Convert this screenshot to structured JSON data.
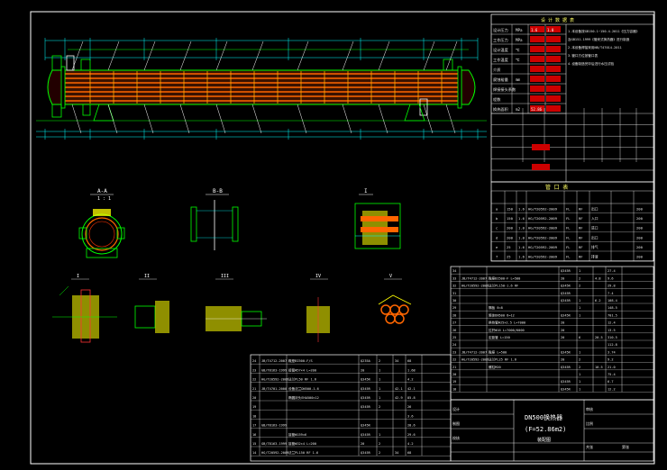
{
  "drawing": {
    "frame_color": "#ffffff",
    "shell_color": "#00ff00",
    "tube_color": "#ff6600",
    "section_color": "#ffff00",
    "dimension_color": "#00ffff",
    "note_color": "#ff0000"
  },
  "section_labels": {
    "a": "A-A",
    "a_scale": "1 : 1",
    "b": "B-B",
    "i": "I",
    "ii": "II",
    "small": [
      "I",
      "II",
      "III",
      "IV",
      "V"
    ]
  },
  "title_block": {
    "name_line1": "DN500换热器",
    "name_line2": "(F=52.86m2)",
    "sub": "装配图"
  },
  "nozzle_table": {
    "header": "管 口 表",
    "rows": [
      [
        "a",
        "150",
        "1.6",
        "HG/T20592-2009",
        "FL",
        "RF",
        "出口",
        "200"
      ],
      [
        "b",
        "150",
        "1.6",
        "HG/T20592-2009",
        "FL",
        "RF",
        "入口",
        "200"
      ],
      [
        "c",
        "200",
        "1.0",
        "HG/T20592-2009",
        "FL",
        "RF",
        "进口",
        "200"
      ],
      [
        "d",
        "200",
        "1.0",
        "HG/T20592-2009",
        "FL",
        "RF",
        "出口",
        "200"
      ],
      [
        "e",
        "25",
        "1.6",
        "HG/T20592-2009",
        "FL",
        "RF",
        "排气",
        "200"
      ],
      [
        "f",
        "25",
        "1.6",
        "HG/T20592-2009",
        "FL",
        "RF",
        "排液",
        "200"
      ]
    ]
  },
  "bom_upper": [
    [
      "34",
      "",
      "",
      "Q345R",
      "1",
      "",
      "27.4"
    ],
    [
      "33",
      "JB/T4712-2007",
      "鞍座BI500-F L=500",
      "20",
      "2",
      "4.8",
      "9.6"
    ],
    [
      "32",
      "HG/T20592-2009",
      "法兰PL150-1.6 RF",
      "Q345R",
      "2",
      "",
      "29.8"
    ],
    [
      "31",
      "",
      "",
      "Q345R",
      "",
      "",
      "7.4"
    ],
    [
      "30",
      "",
      "",
      "Q345R",
      "1",
      "6.2",
      "108.4"
    ],
    [
      "29",
      "",
      "隔板 δ=8",
      "",
      "1",
      "",
      "148.5"
    ],
    [
      "28",
      "",
      "筒体DN500 δ=12",
      "Q345R",
      "1",
      "",
      "701.5"
    ],
    [
      "27",
      "",
      "换热管Φ25×2.5 L=7000",
      "20",
      "",
      "",
      "12.4"
    ],
    [
      "26",
      "",
      "拉杆Φ16 L=7000/6000",
      "20",
      "",
      "",
      "13.5"
    ],
    [
      "25",
      "",
      "定距管 L=150",
      "20",
      "6",
      "20.5",
      "310.5"
    ],
    [
      "24",
      "",
      "",
      "",
      "",
      "",
      "112.8"
    ],
    [
      "23",
      "JB/T4712-2007",
      "鞍座 L=500",
      "Q345R",
      "1",
      "",
      "3.74"
    ],
    [
      "22",
      "HG/T20592-2009",
      "法兰PL25 RF 1.6",
      "20",
      "2",
      "",
      "9.2"
    ],
    [
      "21",
      "",
      "螺柱M20",
      "Q345R",
      "2",
      "10.5",
      "21.0"
    ],
    [
      "20",
      "",
      "",
      "",
      "1",
      "",
      "75.4"
    ],
    [
      "19",
      "",
      "",
      "Q345R",
      "1",
      "",
      "6.7"
    ],
    [
      "18",
      "",
      "",
      "Q345R",
      "1",
      "",
      "12.2"
    ]
  ],
  "bom_lower": [
    [
      "24",
      "JB/T4712-2007",
      "鞍座BI500-F/S",
      "Q235A",
      "2",
      "34",
      "68"
    ],
    [
      "23",
      "GB/T8163-1999",
      "接管Φ57×4 L=200",
      "20",
      "1",
      "",
      "1.68"
    ],
    [
      "22",
      "HG/T20592-2009",
      "法兰PL50 RF 1.6",
      "Q345R",
      "1",
      "",
      "4.2"
    ],
    [
      "21",
      "JB/T4701-2000",
      "设备法兰DN500-1.6",
      "Q345R",
      "1",
      "42.1",
      "42.1"
    ],
    [
      "20",
      "",
      "椭圆封头EHA500×12",
      "Q345R",
      "1",
      "42.9",
      "85.8"
    ],
    [
      "19",
      "",
      "",
      "Q345R",
      "2",
      "",
      "26"
    ],
    [
      "18",
      "",
      "",
      "",
      "",
      "",
      "3.6"
    ],
    [
      "17",
      "GB/T8163-1999",
      "",
      "Q345R",
      "",
      "",
      "28.6"
    ],
    [
      "16",
      "",
      "接管Φ159×6",
      "Q345R",
      "1",
      "",
      "29.6"
    ],
    [
      "15",
      "GB/T8163-1999",
      "接管Φ32×4 L=200",
      "20",
      "2",
      "",
      "4.2"
    ],
    [
      "14",
      "HG/T20592-2009",
      "法兰PL150 RF 1.6",
      "Q345R",
      "2",
      "34",
      "68"
    ]
  ],
  "tech_spec": {
    "header": "设 计 数 据 表",
    "rows": [
      [
        "设计压力",
        "MPa",
        "1.6",
        "1.0"
      ],
      [
        "工作压力",
        "MPa",
        "",
        ""
      ],
      [
        "设计温度",
        "℃",
        "",
        ""
      ],
      [
        "工作温度",
        "℃",
        "",
        ""
      ],
      [
        "介质",
        "",
        "",
        ""
      ],
      [
        "腐蚀裕量",
        "mm",
        "",
        ""
      ],
      [
        "焊接接头系数",
        "",
        "",
        ""
      ],
      [
        "程数",
        "",
        "",
        ""
      ],
      [
        "换热面积",
        "m2",
        "52.86",
        ""
      ]
    ],
    "notes": [
      "1.本设备按GB150.1~150.4-2011《压力容器》",
      "及GB151-1999《管壳式换热器》进行制造",
      "2.本设备焊接采用NB/T47014-2011",
      "3.管口方位按管口表",
      "4.设备制造完毕后进行水压试验"
    ]
  },
  "cells_small": [
    "设计",
    "制图",
    "校核",
    "审核",
    "比例",
    "共张",
    "第张"
  ]
}
